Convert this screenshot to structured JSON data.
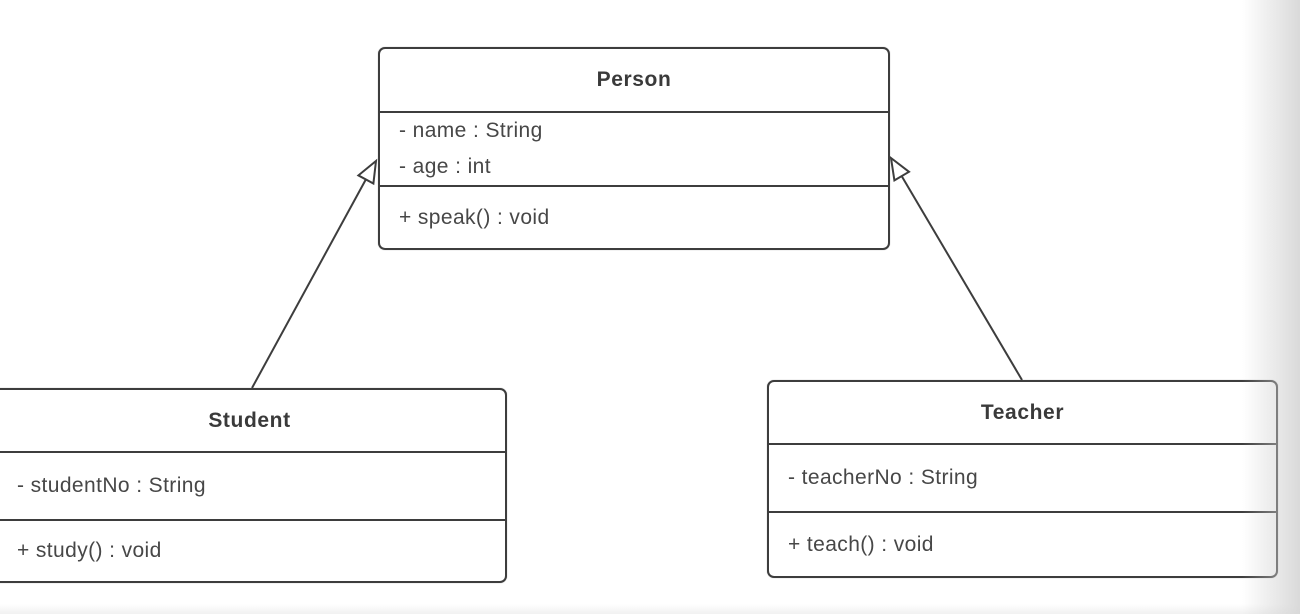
{
  "diagram": {
    "type": "uml-class-diagram",
    "classes": [
      {
        "name": "Person",
        "attributes": [
          "- name : String",
          "- age : int"
        ],
        "methods": [
          "+ speak() : void"
        ]
      },
      {
        "name": "Student",
        "attributes": [
          "- studentNo : String"
        ],
        "methods": [
          "+ study() : void"
        ]
      },
      {
        "name": "Teacher",
        "attributes": [
          "- teacherNo : String"
        ],
        "methods": [
          "+ teach() : void"
        ]
      }
    ],
    "relations": [
      {
        "from": "Student",
        "to": "Person",
        "type": "generalization"
      },
      {
        "from": "Teacher",
        "to": "Person",
        "type": "generalization"
      }
    ],
    "colors": {
      "stroke": "#3d3d3d",
      "box_fill": "#ffffff",
      "canvas": "#ffffff",
      "edge_shade": "#cdcdcd"
    }
  }
}
